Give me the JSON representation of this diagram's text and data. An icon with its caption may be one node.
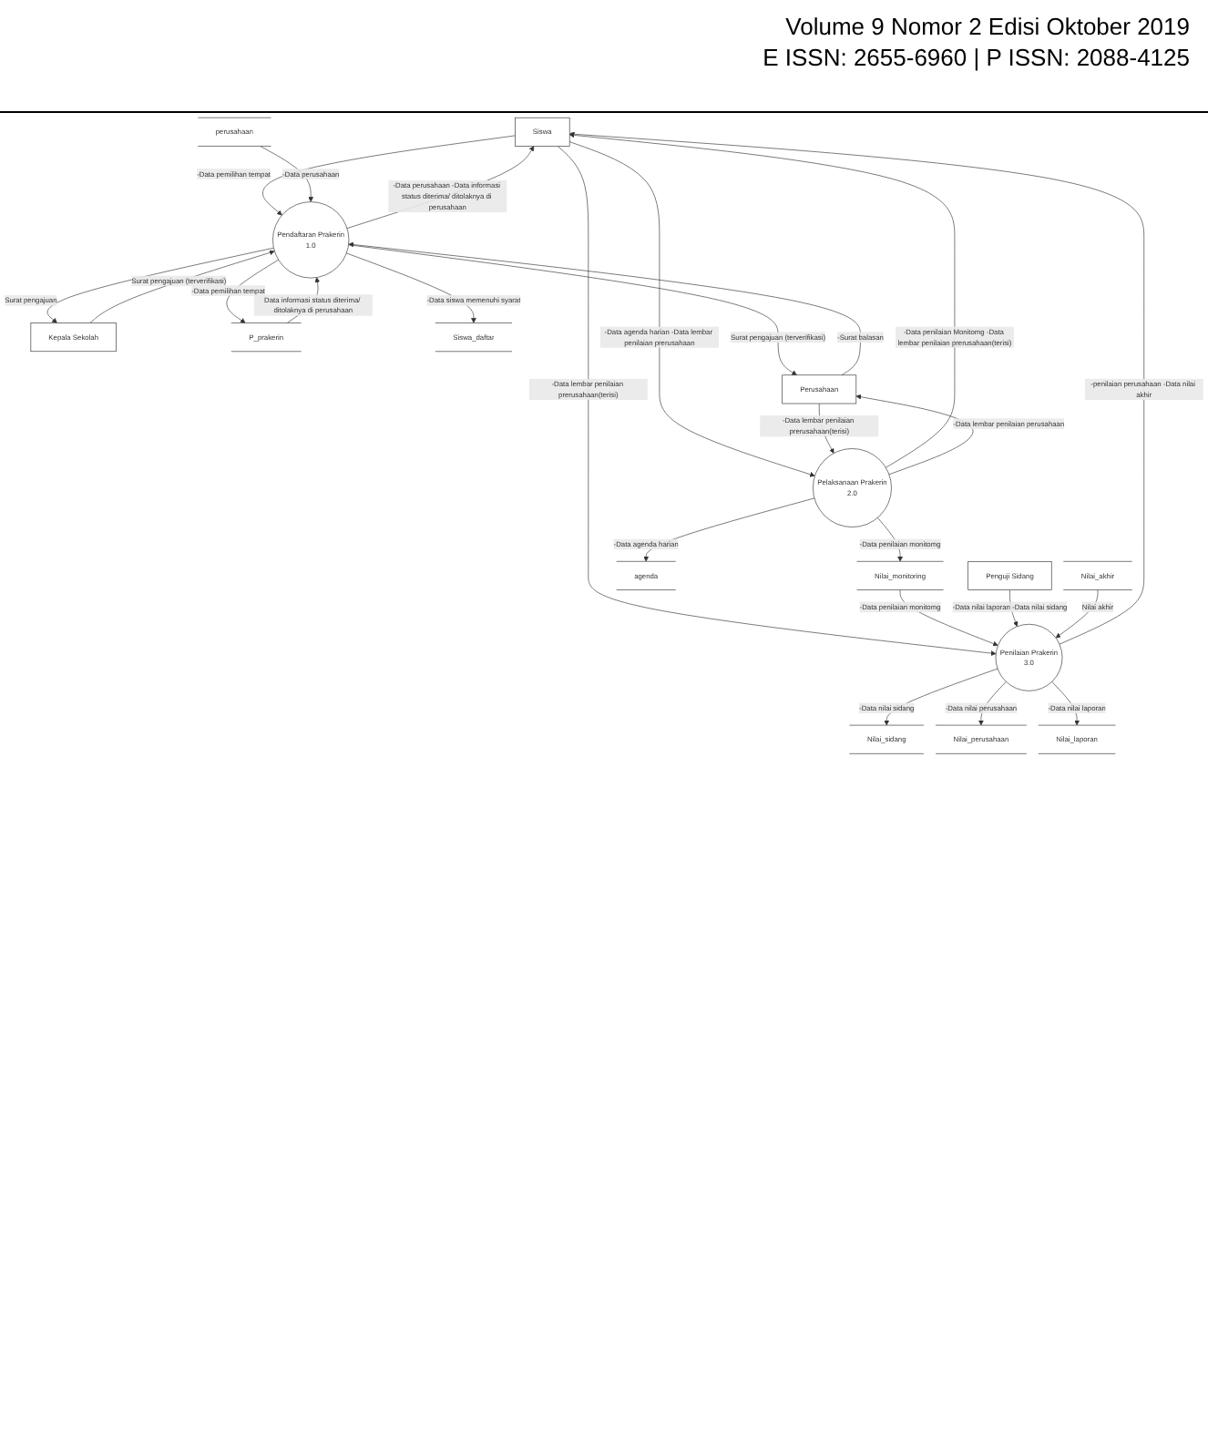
{
  "diagram": {
    "nodes": [
      {
        "text": [
          "Siswa"
        ]
      },
      {
        "text": [
          "Kepala Sekolah"
        ]
      },
      {
        "text": [
          "P_prakerin"
        ]
      },
      {
        "text": [
          "Siswa_daftar"
        ]
      },
      {
        "text": [
          "Pendaftaran Prakerin",
          "1.0"
        ]
      },
      {
        "text": [
          "perusahaan"
        ]
      },
      {
        "text": [
          "Perusahaan"
        ]
      },
      {
        "text": [
          "Pelaksanaan Prakerin",
          "2.0"
        ]
      },
      {
        "text": [
          "Nilai_monitoring"
        ]
      },
      {
        "text": [
          "agenda"
        ]
      },
      {
        "text": [
          "Penguji Sidang"
        ]
      },
      {
        "text": [
          "Penilaian Prakerin",
          "3.0"
        ]
      },
      {
        "text": [
          "Nilai_akhir"
        ]
      },
      {
        "text": [
          "Nilai_sidang"
        ]
      },
      {
        "text": [
          "Nilai_perusahaan"
        ]
      },
      {
        "text": [
          "Nilai_laporan"
        ]
      }
    ],
    "edges": [
      {
        "from": 0,
        "to": 4,
        "arrow": "to",
        "label": "-Data pemilihan tempat"
      },
      {
        "from": 4,
        "to": 0,
        "arrow": "to",
        "label": "-Data perusahaan -Data informasi status diterima/ ditolaknya di perusahaan"
      },
      {
        "from": 1,
        "to": 4,
        "arrow": "to",
        "label": "Surat pengajuan (terverifikasi)"
      },
      {
        "from": 4,
        "to": 1,
        "arrow": "to",
        "label": "Surat pengajuan"
      },
      {
        "from": 4,
        "to": 2,
        "arrow": "to",
        "label": "-Data pemilihan tempat"
      },
      {
        "from": 2,
        "to": 4,
        "arrow": "to",
        "label": "Data informasi status diterima/ ditolaknya di perusahaan"
      },
      {
        "from": 5,
        "to": 4,
        "arrow": "to",
        "label": "-Data perusahaan"
      },
      {
        "from": 4,
        "to": 3,
        "arrow": "to",
        "label": "-Data siswa memenuhi syarat"
      },
      {
        "from": 4,
        "to": 6,
        "arrow": "to",
        "label": "Surat pengajuan (terverifikasi)"
      },
      {
        "from": 6,
        "to": 4,
        "arrow": "to",
        "label": "-Surat balasan"
      },
      {
        "from": 0,
        "to": 7,
        "arrow": "to",
        "label": "-Data agenda harian -Data lembar penilaian prerusahaan"
      },
      {
        "from": 7,
        "to": 0,
        "arrow": "to",
        "label": "-Data penilaian Monitomg -Data lembar penilaian prerusahaan(terisi)"
      },
      {
        "from": 6,
        "to": 7,
        "arrow": "to",
        "label": "-Data lembar penilaian prerusahaan(terisi)"
      },
      {
        "from": 7,
        "to": 8,
        "arrow": "to",
        "label": "-Data penilaian monitomg"
      },
      {
        "from": 7,
        "to": 6,
        "arrow": "to",
        "label": "-Data lembar penilaian perusahaan"
      },
      {
        "from": 7,
        "to": 9,
        "arrow": "to",
        "label": "-Data agenda harian"
      },
      {
        "from": 0,
        "to": 11,
        "arrow": "to",
        "label": "-Data lembar penilaian prerusahaan(terisi)"
      },
      {
        "from": 8,
        "to": 11,
        "arrow": "to",
        "label": "-Data penilaian monitomg"
      },
      {
        "from": 10,
        "to": 11,
        "arrow": "to",
        "label": "-Data nilai laporan -Data nilai sidang"
      },
      {
        "from": 11,
        "to": 0,
        "arrow": "to",
        "label": "-penilaian perusahaan -Data nilai akhir"
      },
      {
        "from": 12,
        "to": 11,
        "arrow": "to",
        "label": "Nilai akhir"
      },
      {
        "from": 11,
        "to": 13,
        "arrow": "to",
        "label": "-Data nilai sidang"
      },
      {
        "from": 11,
        "to": 14,
        "arrow": "to",
        "label": "-Data nilai perusahaan"
      },
      {
        "from": 11,
        "to": 15,
        "arrow": "to",
        "label": "-Data nilai laporan"
      }
    ],
    "labels": [
      "Volume 9 Nomor 2 Edisi Oktober 2019",
      "E ISSN: 2655-6960 | P ISSN: 2088-4125"
    ]
  }
}
